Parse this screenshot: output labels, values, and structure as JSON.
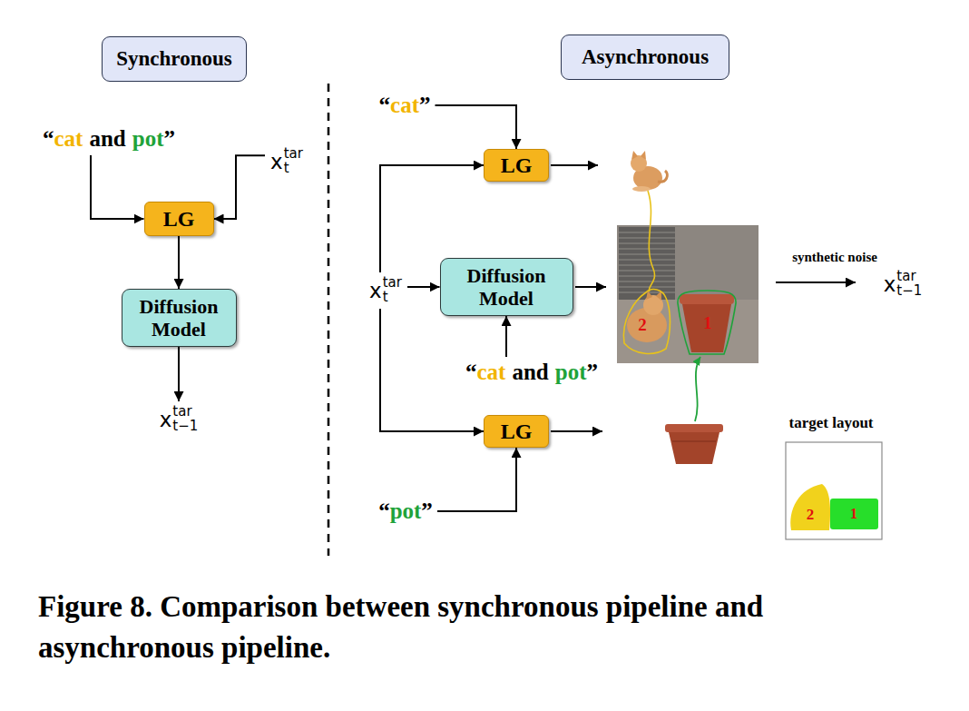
{
  "diagram": {
    "caption": "Figure 8. Comparison between synchronous pipeline and asynchronous pipeline.",
    "nodes": [
      {
        "text": [
          "Synchronous"
        ]
      },
      {
        "text": [
          "Asynchronous"
        ]
      },
      {
        "text": [
          "“",
          "cat",
          "and",
          "pot",
          "”"
        ]
      },
      {
        "text": [
          "x",
          "tar",
          "t"
        ]
      },
      {
        "text": [
          "LG"
        ]
      },
      {
        "text": [
          "Diffusion Model"
        ]
      },
      {
        "text": [
          "x",
          "tar",
          "t−1"
        ]
      },
      {
        "text": [
          "“",
          "cat",
          "”"
        ]
      },
      {
        "text": [
          "LG"
        ]
      },
      {
        "text": [
          "x",
          "tar",
          "t"
        ]
      },
      {
        "text": [
          "Diffusion Model"
        ]
      },
      {
        "text": [
          "x",
          "tar",
          "t−1"
        ]
      },
      {
        "text": [
          "“",
          "cat",
          "and",
          "pot",
          "”"
        ]
      },
      {
        "text": [
          "LG"
        ]
      },
      {
        "text": [
          "“",
          "pot",
          "”"
        ]
      }
    ],
    "edges": [
      {
        "from": 2,
        "to": 4,
        "arrow": "to"
      },
      {
        "from": 3,
        "to": 4,
        "arrow": "to"
      },
      {
        "from": 4,
        "to": 5,
        "arrow": "to"
      },
      {
        "from": 5,
        "to": 6,
        "arrow": "to"
      },
      {
        "from": 7,
        "to": 8,
        "arrow": "to"
      },
      {
        "from": 9,
        "to": 8,
        "arrow": "to"
      },
      {
        "from": 9,
        "to": 10,
        "arrow": "to"
      },
      {
        "from": 12,
        "to": 10,
        "arrow": "to"
      },
      {
        "from": 9,
        "to": 13,
        "arrow": "to"
      },
      {
        "from": 14,
        "to": 13,
        "arrow": "to"
      }
    ],
    "labels": [
      "2",
      "1",
      "synthetic noise",
      "target layout",
      "2",
      "1"
    ]
  }
}
